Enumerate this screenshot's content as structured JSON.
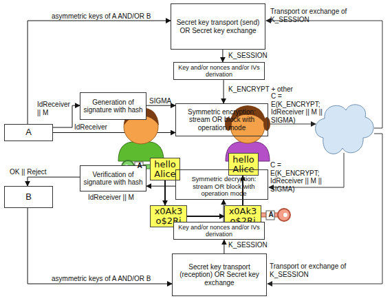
{
  "diagram": {
    "nodes": [
      {
        "text": [
          "Secret key transport (send) OR Secret key exchange"
        ]
      },
      {
        "text": [
          "Key and/or nonces and/or IVs derivation"
        ]
      },
      {
        "text": [
          "Generation of signature with hash"
        ]
      },
      {
        "text": [
          "Symmetric encryption: stream OR block with operation mode"
        ]
      },
      {
        "text": [
          "A"
        ]
      },
      {
        "text": [
          "hello Alice"
        ]
      },
      {
        "text": [
          "hello Alice"
        ]
      },
      {
        "text": [
          "Verification of signature with hash"
        ]
      },
      {
        "text": [
          "Symmetric decryption: stream OR block with operation mode"
        ]
      },
      {
        "text": [
          "B"
        ]
      },
      {
        "text": [
          "x0Ak3 o$2Rj"
        ]
      },
      {
        "text": [
          "x0Ak3 o$2Rj"
        ]
      },
      {
        "text": [
          "Key and/or nonces and/or IVs derivation"
        ]
      },
      {
        "text": [
          "Secret key transport (reception) OR Secret key exchange"
        ]
      }
    ],
    "edges": [
      {
        "from": 4,
        "to": 0,
        "arrow": "to",
        "label": "asymmetric keys of A AND/OR B"
      },
      {
        "from": 0,
        "to": 1,
        "arrow": "to",
        "label": "K_SESSION"
      },
      {
        "from": 1,
        "to": 3,
        "arrow": "to",
        "label": "K_ENCRYPT + other"
      },
      {
        "from": 4,
        "to": 2,
        "arrow": "to",
        "label": "IdReceiver || M"
      },
      {
        "from": 2,
        "to": 3,
        "arrow": "to",
        "label": "SIGMA"
      },
      {
        "from": 4,
        "to": 3,
        "arrow": "to",
        "label": "IdReceiver"
      },
      {
        "from": 5,
        "to": 10,
        "arrow": "to"
      },
      {
        "from": 10,
        "to": 11,
        "arrow": "to"
      },
      {
        "from": 11,
        "to": 6,
        "arrow": "to"
      },
      {
        "from": 8,
        "to": 7,
        "arrow": "to",
        "label": "IdReceiver || M"
      },
      {
        "from": 7,
        "to": 9,
        "arrow": "to",
        "label": "OK || Reject"
      },
      {
        "from": 12,
        "to": 8,
        "arrow": "to"
      },
      {
        "from": 13,
        "to": 12,
        "arrow": "to",
        "label": "K_SESSION"
      },
      {
        "from": 9,
        "to": 13,
        "arrow": "to",
        "label": "asymmetric keys of A AND/OR B"
      }
    ],
    "labels": [
      "Transport or exchange of K_SESSION",
      "C = E(K_ENCRYPT; IdReceiver || M || SIGMA)",
      "A",
      "C = E(K_ENCRYPT; IdReceiver || M || SIGMA)",
      "A",
      "Transport or exchange of K_SESSION"
    ]
  }
}
